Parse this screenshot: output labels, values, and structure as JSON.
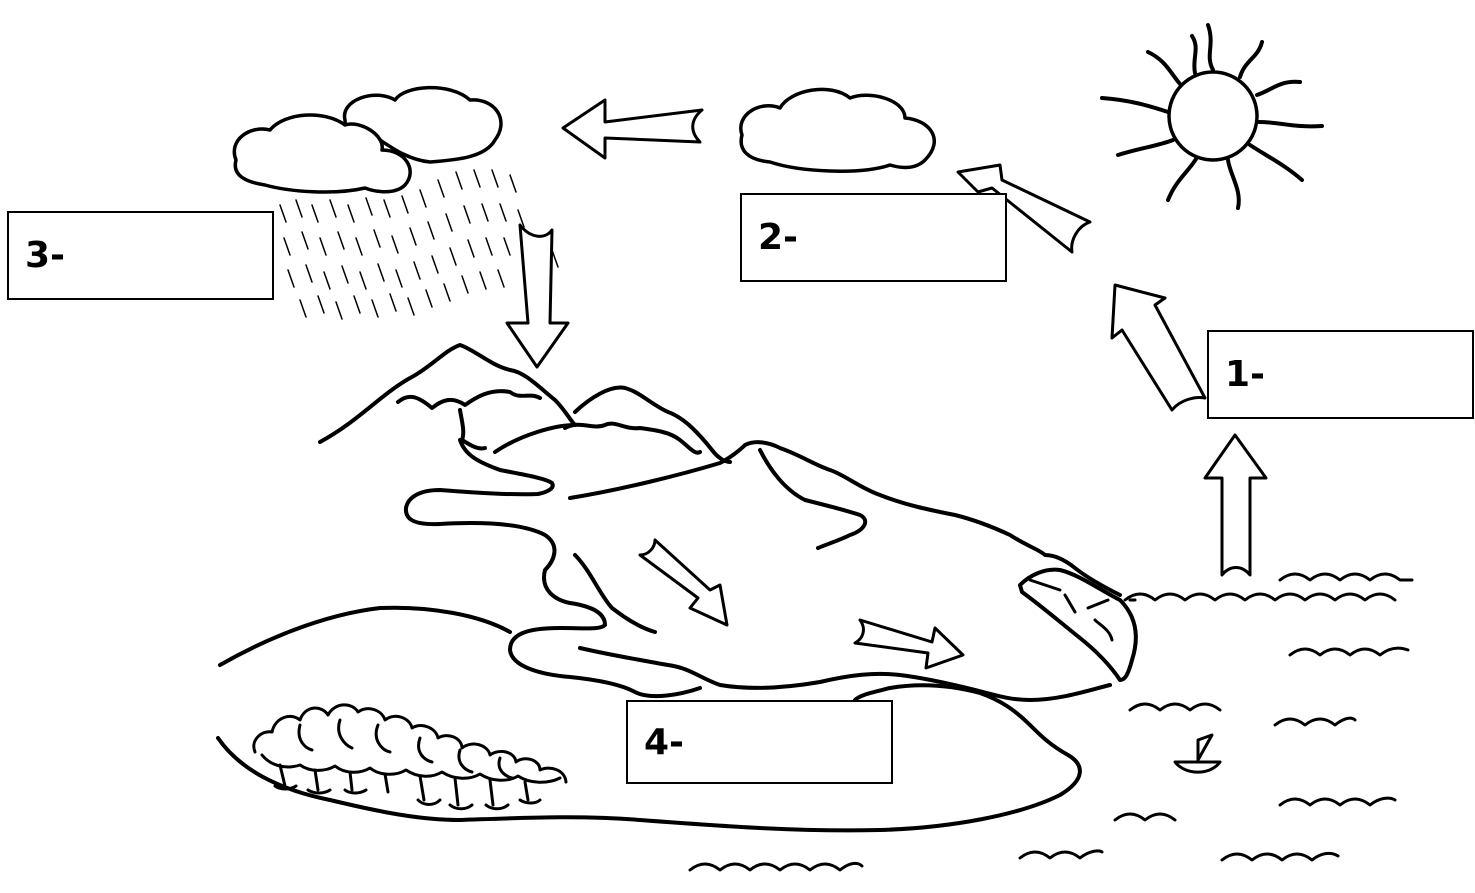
{
  "labels": {
    "box1": "1-",
    "box2": "2-",
    "box3": "3-",
    "box4": "4-"
  }
}
